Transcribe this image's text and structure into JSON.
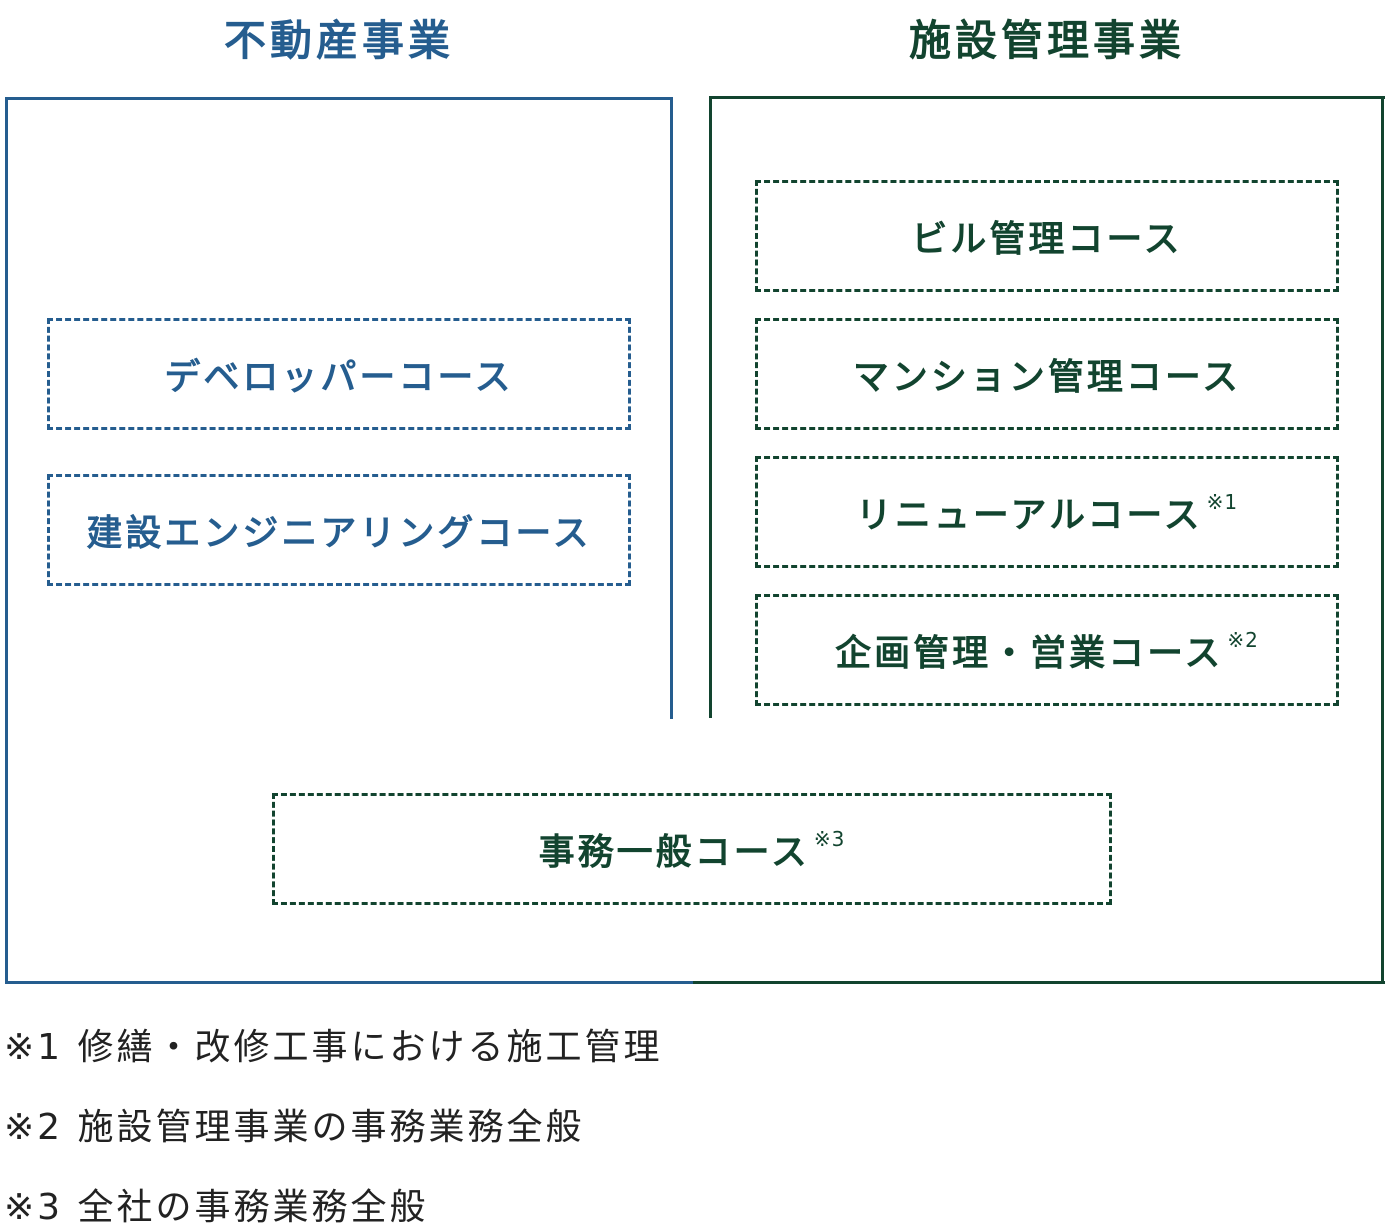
{
  "sections": {
    "real_estate": {
      "title": "不動産事業",
      "courses": [
        {
          "label": "デベロッパーコース",
          "mark": ""
        },
        {
          "label": "建設エンジニアリングコース",
          "mark": ""
        }
      ]
    },
    "facility": {
      "title": "施設管理事業",
      "courses": [
        {
          "label": "ビル管理コース",
          "mark": ""
        },
        {
          "label": "マンション管理コース",
          "mark": ""
        },
        {
          "label": "リニューアルコース",
          "mark": "※1"
        },
        {
          "label": "企画管理・営業コース",
          "mark": "※2"
        }
      ]
    },
    "shared": {
      "course": {
        "label": "事務一般コース",
        "mark": "※3"
      }
    }
  },
  "notes": [
    "※1 修繕・改修工事における施工管理",
    "※2 施設管理事業の事務業務全般",
    "※3 全社の事務業務全般"
  ],
  "colors": {
    "real_estate": "#255d8f",
    "facility": "#12442f"
  }
}
